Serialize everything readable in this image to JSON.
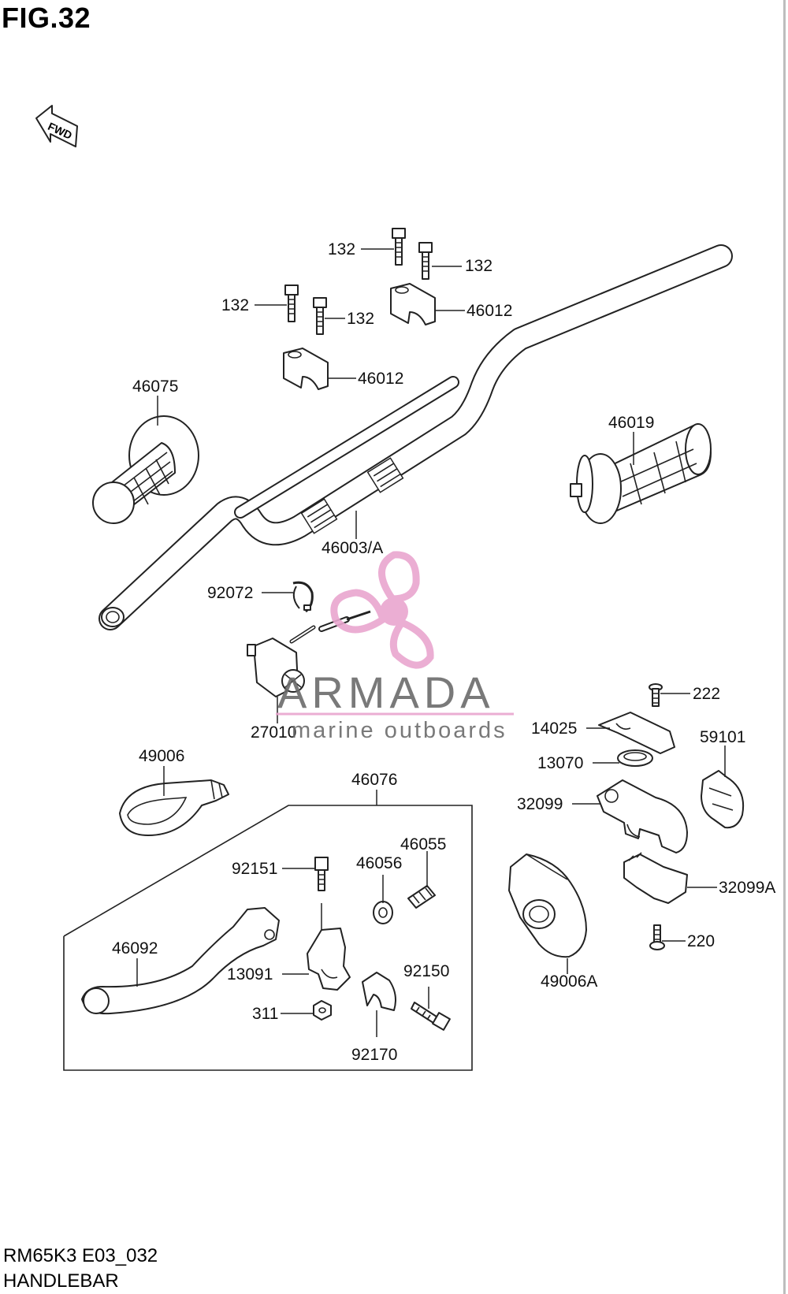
{
  "figure": {
    "title": "FIG.32",
    "code": "RM65K3 E03_032",
    "name": "HANDLEBAR",
    "fwd_label": "FWD"
  },
  "watermark": {
    "brand": "ARMADA",
    "tagline": "marine outboards",
    "logo_color": "#e9a6cf",
    "text_color": "#6b6b6b"
  },
  "callouts": {
    "c132_a": "132",
    "c132_b": "132",
    "c132_c": "132",
    "c132_d": "132",
    "c46012_a": "46012",
    "c46012_b": "46012",
    "c46075": "46075",
    "c46019": "46019",
    "c46003a": "46003/A",
    "c92072": "92072",
    "c27010": "27010",
    "c222": "222",
    "c14025": "14025",
    "c59101": "59101",
    "c13070": "13070",
    "c32099": "32099",
    "c32099a": "32099A",
    "c220": "220",
    "c49006": "49006",
    "c49006a": "49006A",
    "c46076": "46076",
    "c46055": "46055",
    "c46056": "46056",
    "c92151": "92151",
    "c46092": "46092",
    "c13091": "13091",
    "c92150": "92150",
    "c311": "311",
    "c92170": "92170"
  }
}
